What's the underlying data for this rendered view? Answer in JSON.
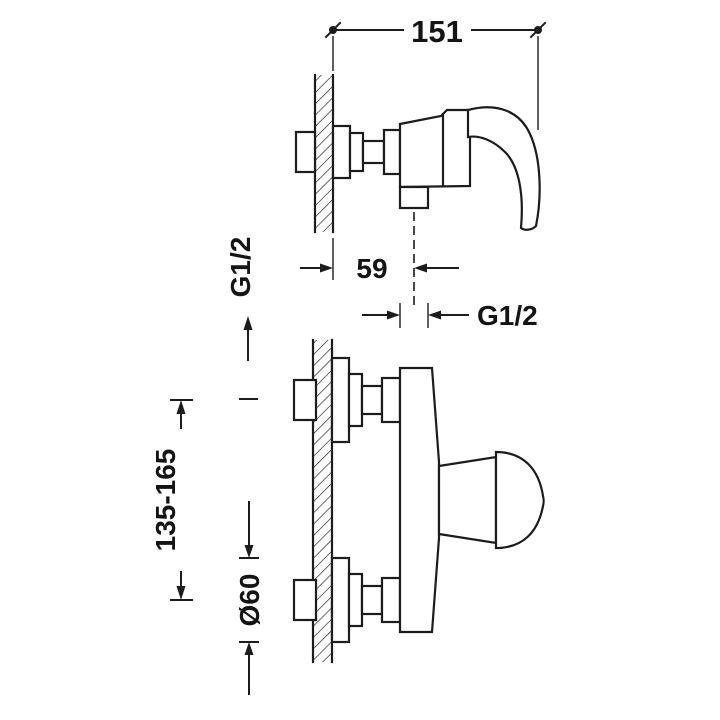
{
  "drawing": {
    "colors": {
      "line": "#1c1c1c",
      "background": "#ffffff"
    },
    "labels": {
      "total_depth": "151",
      "outlet_offset": "59",
      "inlet_thread": "G1/2",
      "outlet_thread": "G1/2",
      "inlet_spacing": "135-165",
      "flange_diameter": "Ø60"
    }
  }
}
